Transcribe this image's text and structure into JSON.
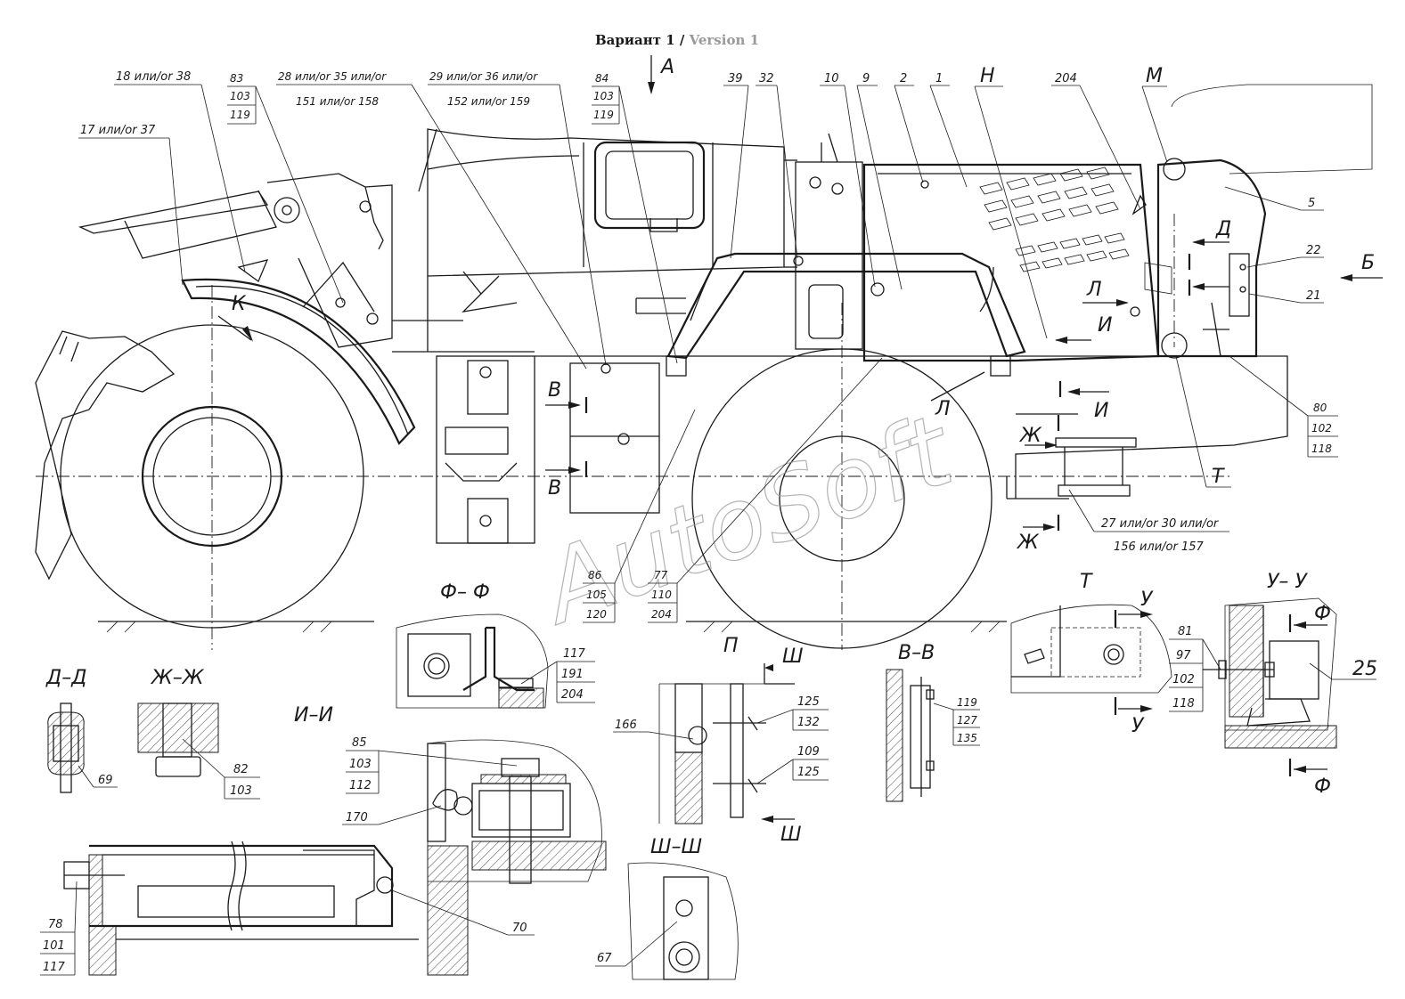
{
  "title": {
    "ru": "Вариант 1",
    "sep": " / ",
    "en": "Version 1"
  },
  "colors": {
    "ink": "#1a1a1a",
    "title_en": "#9a9a9a",
    "watermark": "#9a9a9a"
  },
  "watermark": "AutoSoft",
  "callouts": {
    "c18": "18 или/or 38",
    "c17": "17 или/or 37",
    "c83": "83",
    "c83b": "103",
    "c83c": "119",
    "c28": "28 или/or 35 или/or",
    "c28b": "151 или/or 158",
    "c29": "29 или/or 36 или/or",
    "c29b": "152 или/or 159",
    "c84": "84",
    "c84b": "103",
    "c84c": "119",
    "c39": "39",
    "c32": "32",
    "c10": "10",
    "c9": "9",
    "c2": "2",
    "c1": "1",
    "cH": "Н",
    "c204": "204",
    "cM": "М",
    "c5": "5",
    "c22": "22",
    "c21": "21",
    "c80": "80",
    "c80b": "102",
    "c80c": "118",
    "cT": "Т",
    "c27": "27 или/or 30 или/or",
    "c27b": "156 или/or 157",
    "c86": "86",
    "c86b": "105",
    "c86c": "120",
    "c77": "77",
    "c77b": "110",
    "c77c": "204",
    "c117": "117",
    "c117b": "191",
    "c117c": "204",
    "c166": "166",
    "c125": "125",
    "c132": "132",
    "c109": "109",
    "c125b": "125",
    "c119s": "119",
    "c127s": "127",
    "c135s": "135",
    "c81": "81",
    "c97": "97",
    "c102": "102",
    "c118": "118",
    "c25": "25",
    "c69": "69",
    "c82": "82",
    "c103": "103",
    "c85": "85",
    "c85b": "103",
    "c85c": "112",
    "c170": "170",
    "c78": "78",
    "c78b": "101",
    "c78c": "117",
    "c70": "70",
    "c67": "67"
  },
  "views": {
    "A": "А",
    "B": "Б",
    "K": "К",
    "D": "Д",
    "L": "Л",
    "I": "И",
    "Zh": "Ж",
    "V": "В",
    "F": "Ф",
    "U": "У",
    "Sh": "Ш",
    "P": "П",
    "T": "Т",
    "ff": "Ф– Ф",
    "dd": "Д–Д",
    "zhzh": "Ж–Ж",
    "ii": "И–И",
    "vv": "В–В",
    "uu": "У– У",
    "shsh": "Ш–Ш",
    "p": "П",
    "t": "Т"
  }
}
